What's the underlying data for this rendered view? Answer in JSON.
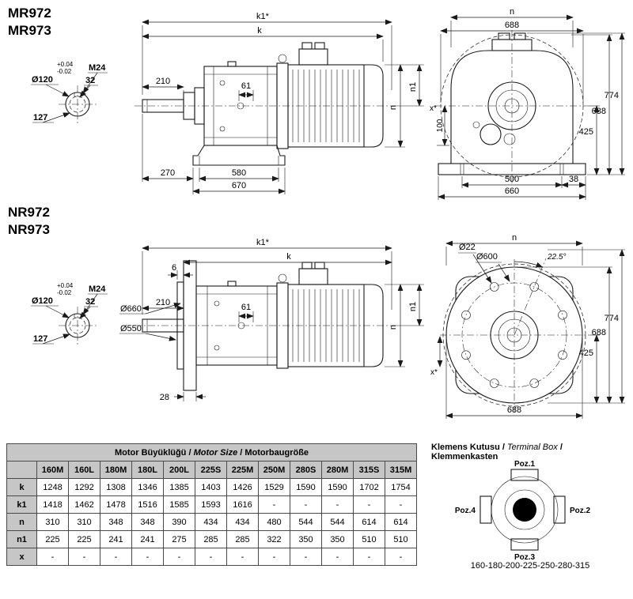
{
  "mr": {
    "model_line1": "MR972",
    "model_line2": "MR973",
    "shaft_detail": {
      "tol_top": "+0.04",
      "tol_bottom": "-0.02",
      "diameter": "Ø120",
      "thread": "M24",
      "dim_32": "32",
      "dim_127": "127"
    },
    "side_view": {
      "k1": "k1*",
      "k": "k",
      "dim_210": "210",
      "dim_61": "61",
      "n": "n",
      "n1": "n1",
      "dim_270": "270",
      "dim_580": "580",
      "dim_670": "670"
    },
    "front_view": {
      "n": "n",
      "dim_688_top": "688",
      "dim_774": "774",
      "dim_688_right": "688",
      "dim_425": "425",
      "x": "x*",
      "dim_100": "100",
      "dim_500": "500",
      "dim_38": "38",
      "dim_660": "660"
    }
  },
  "nr": {
    "model_line1": "NR972",
    "model_line2": "NR973",
    "shaft_detail": {
      "tol_top": "+0.04",
      "tol_bottom": "-0.02",
      "diameter": "Ø120",
      "thread": "M24",
      "dim_32": "32",
      "dim_127": "127"
    },
    "side_view": {
      "k1": "k1*",
      "k": "k",
      "dim_6": "6",
      "dim_210": "210",
      "dim_61": "61",
      "dia_660": "Ø660",
      "dia_550": "Ø550",
      "n": "n",
      "n1": "n1",
      "dim_28": "28"
    },
    "front_view": {
      "n": "n",
      "dia_22": "Ø22",
      "dia_600": "Ø600",
      "angle": "22.5°",
      "dim_774": "774",
      "dim_688_right": "688",
      "dim_425": "425",
      "x": "x*",
      "dim_688_bottom": "688"
    }
  },
  "size_table": {
    "title_part1": "Motor Büyüklüğü / ",
    "title_part2": "Motor Size",
    "title_part3": " / Motorbaugröße",
    "columns": [
      "160M",
      "160L",
      "180M",
      "180L",
      "200L",
      "225S",
      "225M",
      "250M",
      "280S",
      "280M",
      "315S",
      "315M"
    ],
    "rows": [
      {
        "label": "k",
        "values": [
          "1248",
          "1292",
          "1308",
          "1346",
          "1385",
          "1403",
          "1426",
          "1529",
          "1590",
          "1590",
          "1702",
          "1754"
        ]
      },
      {
        "label": "k1",
        "values": [
          "1418",
          "1462",
          "1478",
          "1516",
          "1585",
          "1593",
          "1616",
          "-",
          "-",
          "-",
          "-",
          "-"
        ]
      },
      {
        "label": "n",
        "values": [
          "310",
          "310",
          "348",
          "348",
          "390",
          "434",
          "434",
          "480",
          "544",
          "544",
          "614",
          "614"
        ]
      },
      {
        "label": "n1",
        "values": [
          "225",
          "225",
          "241",
          "241",
          "275",
          "285",
          "285",
          "322",
          "350",
          "350",
          "510",
          "510"
        ]
      },
      {
        "label": "x",
        "values": [
          "-",
          "-",
          "-",
          "-",
          "-",
          "-",
          "-",
          "-",
          "-",
          "-",
          "-",
          "-"
        ]
      }
    ]
  },
  "terminal_box": {
    "title_part1": "Klemens Kutusu / ",
    "title_part2": "Terminal Box",
    "title_part3": " / Klemmenkasten",
    "poz1": "Poz.1",
    "poz2": "Poz.2",
    "poz3": "Poz.3",
    "poz4": "Poz.4",
    "size_range": "160-180-200-225-250-280-315"
  }
}
